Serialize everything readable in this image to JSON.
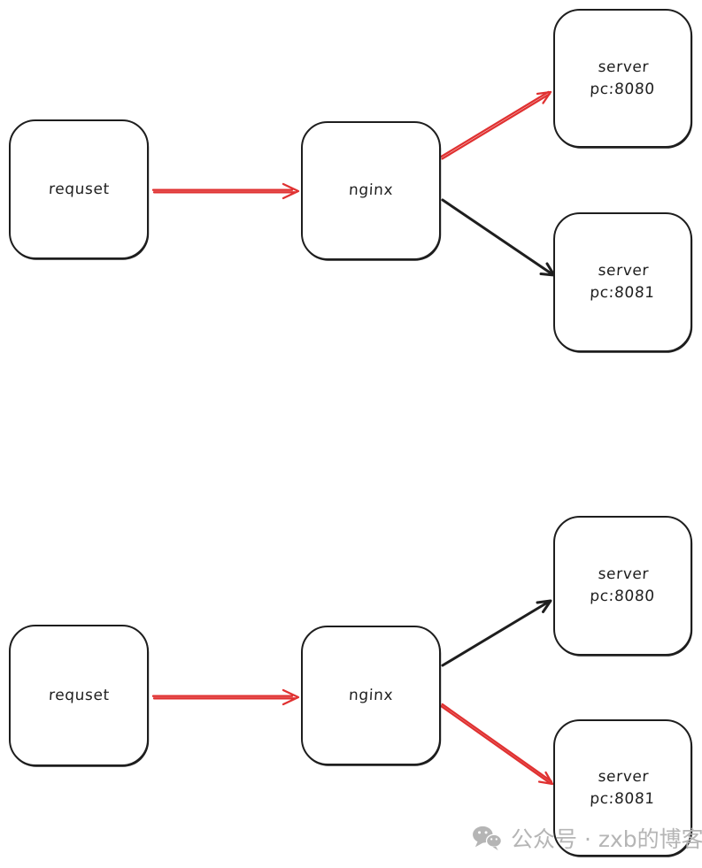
{
  "colors": {
    "stroke_black": "#1e1e1e",
    "accent_red": "#e03131",
    "watermark_gray": "#b5b5b5",
    "background": "#ffffff"
  },
  "diagram_top": {
    "request": {
      "label": "requset"
    },
    "nginx": {
      "label": "nginx"
    },
    "server_a": {
      "line1": "server",
      "line2": "pc:8080"
    },
    "server_b": {
      "line1": "server",
      "line2": "pc:8081"
    },
    "edges": {
      "request_to_nginx": {
        "color": "#e03131"
      },
      "nginx_to_server_a": {
        "color": "#e03131"
      },
      "nginx_to_server_b": {
        "color": "#1e1e1e"
      }
    }
  },
  "diagram_bottom": {
    "request": {
      "label": "requset"
    },
    "nginx": {
      "label": "nginx"
    },
    "server_a": {
      "line1": "server",
      "line2": "pc:8080"
    },
    "server_b": {
      "line1": "server",
      "line2": "pc:8081"
    },
    "edges": {
      "request_to_nginx": {
        "color": "#e03131"
      },
      "nginx_to_server_a": {
        "color": "#1e1e1e"
      },
      "nginx_to_server_b": {
        "color": "#e03131"
      }
    }
  },
  "watermark": {
    "icon": "wechat-icon",
    "text": "公众号 · zxb的博客"
  }
}
